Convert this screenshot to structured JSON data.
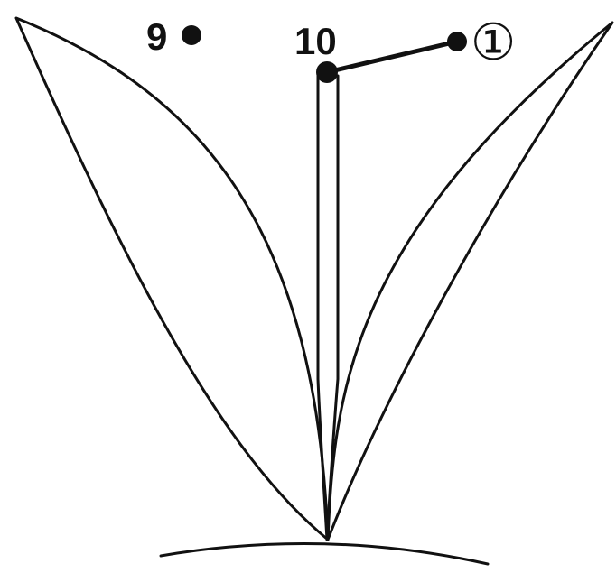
{
  "figure": {
    "labels": {
      "nine": "9",
      "ten": "10",
      "one_circled": "①"
    },
    "colors": {
      "ink": "#111111",
      "background": "#ffffff"
    }
  }
}
